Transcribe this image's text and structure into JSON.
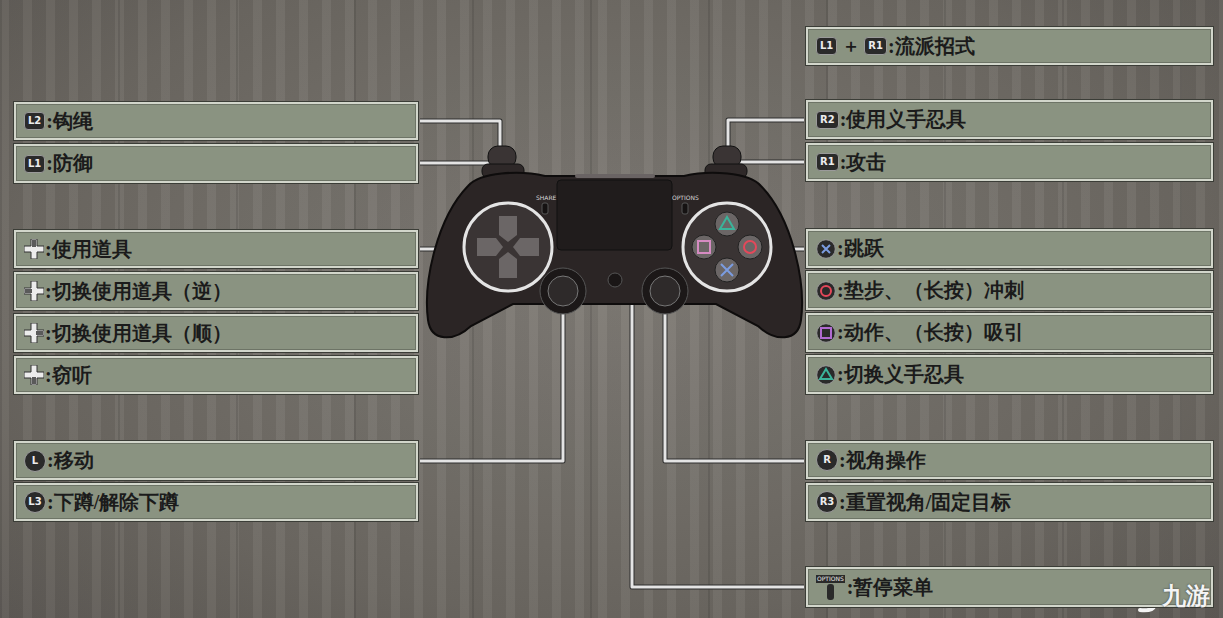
{
  "diagram": {
    "nodes": [
      {
        "text": [
          "L2",
          ":钩绳"
        ]
      },
      {
        "text": [
          "L1",
          ":防御"
        ]
      },
      {
        "text": [
          ":使用道具"
        ]
      },
      {
        "text": [
          ":切换使用道具（逆）"
        ]
      },
      {
        "text": [
          ":切换使用道具（顺）"
        ]
      },
      {
        "text": [
          ":窃听"
        ]
      },
      {
        "text": [
          "L",
          ":移动"
        ]
      },
      {
        "text": [
          "L3",
          ":下蹲/解除下蹲"
        ]
      },
      {
        "text": [
          "L1",
          "＋",
          "R1",
          ":流派招式"
        ]
      },
      {
        "text": [
          "R2",
          ":使用义手忍具"
        ]
      },
      {
        "text": [
          "R1",
          ":攻击"
        ]
      },
      {
        "text": [
          ":跳跃"
        ]
      },
      {
        "text": [
          ":垫步、（长按）冲刺"
        ]
      },
      {
        "text": [
          ":动作、（长按）吸引"
        ]
      },
      {
        "text": [
          ":切换义手忍具"
        ]
      },
      {
        "text": [
          "R",
          ":视角操作"
        ]
      },
      {
        "text": [
          "R3",
          ":重置视角/固定目标"
        ]
      },
      {
        "text": [
          "OPTIONS",
          ":暂停菜单"
        ]
      }
    ],
    "labels": [
      "SHARE",
      "OPTIONS",
      "九游"
    ]
  }
}
